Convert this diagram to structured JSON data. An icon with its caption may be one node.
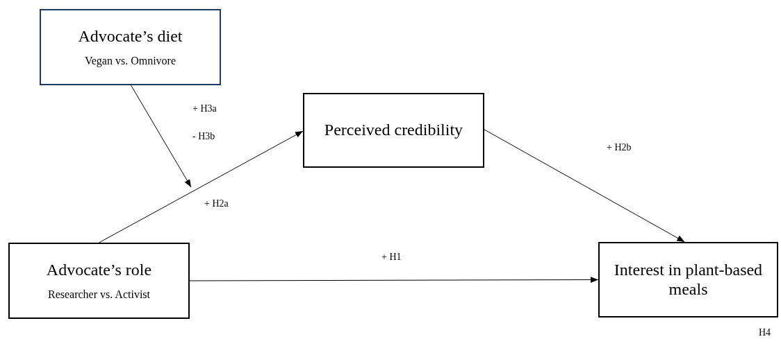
{
  "diagram": {
    "nodes": [
      {
        "text": [
          "Advocate’s diet",
          "Vegan vs. Omnivore"
        ]
      },
      {
        "text": [
          "Perceived credibility"
        ]
      },
      {
        "text": [
          "Advocate’s role",
          "Researcher vs. Activist"
        ]
      },
      {
        "text": [
          "Interest in plant-based meals"
        ]
      }
    ],
    "edges": [
      {
        "from": 0,
        "to": null,
        "arrow": "to"
      },
      {
        "from": 2,
        "to": 1,
        "arrow": "to",
        "label": "+ H2a"
      },
      {
        "from": 1,
        "to": 3,
        "arrow": "to",
        "label": "+ H2b"
      },
      {
        "from": 2,
        "to": 3,
        "arrow": "to",
        "label": "+ H1"
      }
    ],
    "labels": [
      "+ H3a",
      "- H3b",
      "H4"
    ]
  }
}
